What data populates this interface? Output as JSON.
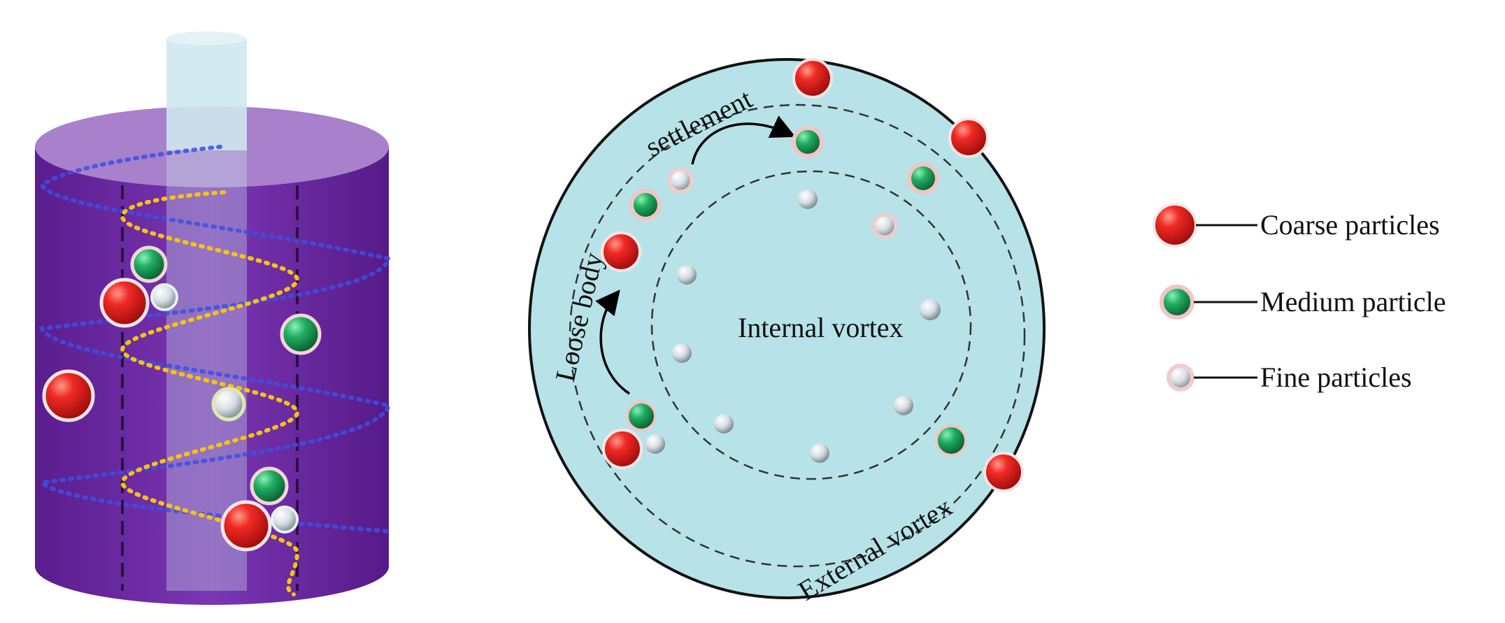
{
  "diagram": {
    "circle_labels": {
      "settlement": "settlement",
      "loose_body": "Loose body",
      "internal_vortex": "Internal vortex",
      "external_vortex": "External vortex"
    },
    "legend": {
      "coarse": "Coarse particles",
      "medium": "Medium particle",
      "fine": "Fine particles"
    }
  },
  "colors": {
    "cylinder_body": "#6a28a0",
    "cylinder_top": "#a77fcb",
    "circle_fill": "#b7e3e8",
    "coarse": "#e32626",
    "medium": "#1ca560",
    "fine": "#dfe6ea",
    "spiral_inner": "#f0c419",
    "spiral_outer": "#3b4bd6"
  }
}
